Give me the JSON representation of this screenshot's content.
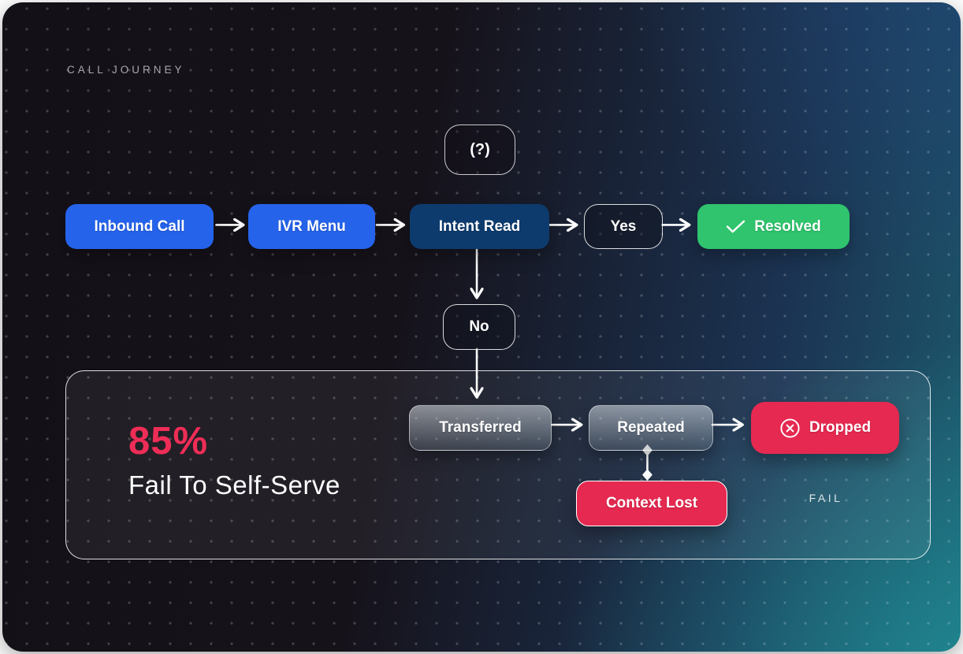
{
  "title": "CALL JOURNEY",
  "colors": {
    "blue": "#2563eb",
    "navy": "#0d3b6e",
    "green": "#2fc46d",
    "red": "#e62950",
    "crimson": "#ee2d57"
  },
  "nodes": {
    "question": "(?)",
    "inbound": "Inbound Call",
    "ivr": "IVR Menu",
    "intent": "Intent Read",
    "yes": "Yes",
    "resolved": "Resolved",
    "no": "No",
    "transferred": "Transferred",
    "repeated": "Repeated",
    "dropped": "Dropped",
    "context_lost": "Context Lost"
  },
  "icons": {
    "resolved": "check-icon",
    "dropped": "circle-x-icon"
  },
  "stat": {
    "value": "85%",
    "label": "Fail To Self-Serve"
  },
  "fail_label": "FAIL"
}
